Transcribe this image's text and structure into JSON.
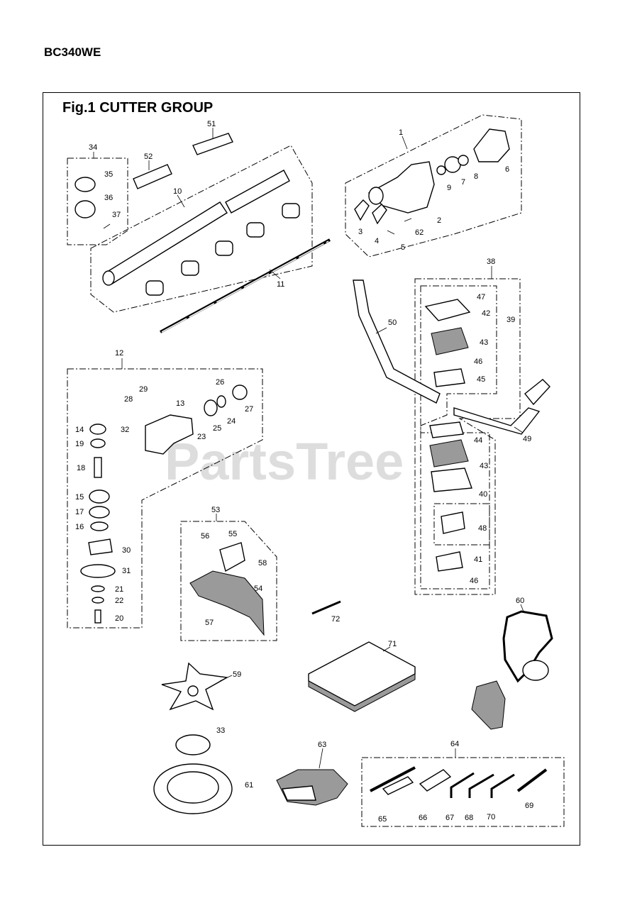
{
  "header": {
    "model": "BC340WE"
  },
  "figure": {
    "title": "Fig.1  CUTTER GROUP",
    "watermark": "PartsTree"
  },
  "callouts": [
    {
      "n": "1"
    },
    {
      "n": "2"
    },
    {
      "n": "3"
    },
    {
      "n": "4"
    },
    {
      "n": "5"
    },
    {
      "n": "6"
    },
    {
      "n": "7"
    },
    {
      "n": "8"
    },
    {
      "n": "9"
    },
    {
      "n": "10"
    },
    {
      "n": "11"
    },
    {
      "n": "12"
    },
    {
      "n": "13"
    },
    {
      "n": "14"
    },
    {
      "n": "15"
    },
    {
      "n": "16"
    },
    {
      "n": "17"
    },
    {
      "n": "18"
    },
    {
      "n": "19"
    },
    {
      "n": "20"
    },
    {
      "n": "21"
    },
    {
      "n": "22"
    },
    {
      "n": "23"
    },
    {
      "n": "24"
    },
    {
      "n": "25"
    },
    {
      "n": "26"
    },
    {
      "n": "27"
    },
    {
      "n": "28"
    },
    {
      "n": "29"
    },
    {
      "n": "30"
    },
    {
      "n": "31"
    },
    {
      "n": "32"
    },
    {
      "n": "33"
    },
    {
      "n": "34"
    },
    {
      "n": "35"
    },
    {
      "n": "36"
    },
    {
      "n": "37"
    },
    {
      "n": "38"
    },
    {
      "n": "39"
    },
    {
      "n": "40"
    },
    {
      "n": "41"
    },
    {
      "n": "42"
    },
    {
      "n": "43"
    },
    {
      "n": "43"
    },
    {
      "n": "44"
    },
    {
      "n": "45"
    },
    {
      "n": "46"
    },
    {
      "n": "46"
    },
    {
      "n": "47"
    },
    {
      "n": "48"
    },
    {
      "n": "49"
    },
    {
      "n": "50"
    },
    {
      "n": "51"
    },
    {
      "n": "52"
    },
    {
      "n": "53"
    },
    {
      "n": "54"
    },
    {
      "n": "55"
    },
    {
      "n": "56"
    },
    {
      "n": "57"
    },
    {
      "n": "58"
    },
    {
      "n": "59"
    },
    {
      "n": "60"
    },
    {
      "n": "61"
    },
    {
      "n": "62"
    },
    {
      "n": "63"
    },
    {
      "n": "64"
    },
    {
      "n": "65"
    },
    {
      "n": "66"
    },
    {
      "n": "67"
    },
    {
      "n": "68"
    },
    {
      "n": "69"
    },
    {
      "n": "70"
    },
    {
      "n": "71"
    },
    {
      "n": "72"
    }
  ]
}
